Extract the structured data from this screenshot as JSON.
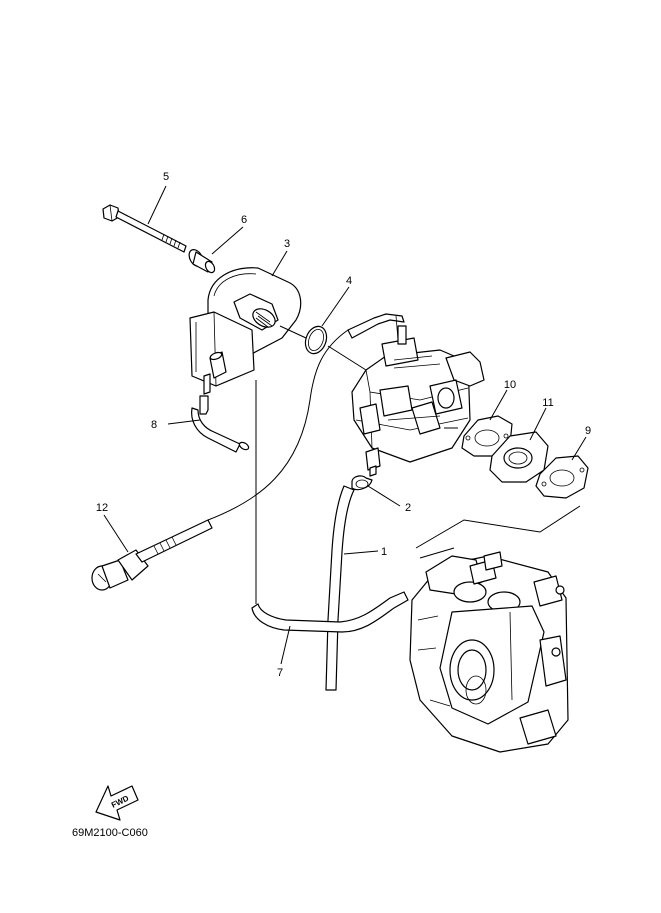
{
  "callouts": {
    "c1": "1",
    "c2": "2",
    "c3": "3",
    "c4": "4",
    "c5": "5",
    "c6": "6",
    "c7": "7",
    "c8": "8",
    "c9": "9",
    "c10": "10",
    "c11": "11",
    "c12": "12"
  },
  "fwd_label": "FWD",
  "diagram_code": "69M2100-C060"
}
